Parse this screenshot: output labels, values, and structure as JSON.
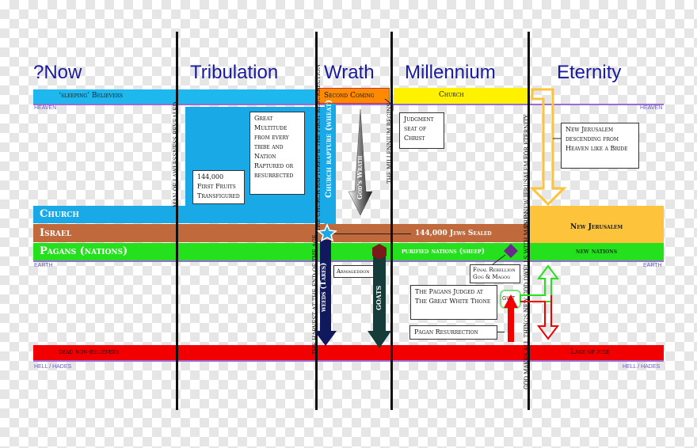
{
  "headers": {
    "now": "?Now",
    "tribulation": "Tribulation",
    "wrath": "Wrath",
    "millennium": "Millennium",
    "eternity": "Eternity"
  },
  "bands": {
    "sleeping_believers": "‘sleeping’ Believers",
    "second_coming": "Second Coming",
    "church_top": "Church",
    "church": "Church",
    "israel": "Israel",
    "jews_sealed": "144,000 Jews Sealed",
    "new_jerusalem": "New Jerusalem",
    "pagans": "Pagans (nations)",
    "purified_nations": "purified nations (sheep)",
    "new_nations": "new nations",
    "dead_non_believers": "dead non-believers",
    "lake_of_fire": "Lake of fire"
  },
  "realm_labels": {
    "heaven_left": "HEAVEN",
    "heaven_right": "HEAVEN",
    "earth_left": "EARTH",
    "earth_right": "EARTH",
    "hell_left": "HELL / HADES",
    "hell_right": "HELL / HADES"
  },
  "boxes": {
    "great_multitude": "Great Multitude from every tribe and Nation Raptured or resurrected",
    "first_fruits": "144,000 First Fruits Transfigured",
    "judgment_seat": "Judgment seat of Christ",
    "new_jerusalem_desc": "New Jerusalem descending from Heaven like a Bride",
    "armageddon": "Armageddon",
    "final_rebellion": "Final Rebellion Gog & Magog",
    "pagans_judged": "The Pagans Judged at The Great White Thone",
    "pagan_resurrection": "Pagan Resurrection",
    "gwt": "GWT"
  },
  "vertical_labels": {
    "lawlessness": "MAN OF LAWLESSNESS REVEALED",
    "first_resurrection": "THE CHURCH RAPTURED & THE FIRST RESURRECTION",
    "church_rapture": "Church rapture (wheat)",
    "harvest": "THE HARVEST AT THE END OF THE AGE",
    "weeds": "weeds (Tares)",
    "gods_wrath": "God's Wrath",
    "millennium_begins": "THE MILLENNIUM BEGINS",
    "goats": "GOATS",
    "eternity_begins": "THE NEW JERUSALEM FOR ETERNITY",
    "god_makes_new": "GOD MAKES ALL THINGS NEW GOD DWELLS WITH MAN IN"
  },
  "colors": {
    "sky": "#1eb7ee",
    "yellow": "#fff200",
    "church_blue": "#18a9e6",
    "israel_brown": "#c0693c",
    "pagans_green": "#25e01d",
    "dead_red": "#f20000",
    "gold": "#fcc33b",
    "navy": "#10185e",
    "dark_teal": "#163c3a",
    "burgundy": "#7a1a1a",
    "purple": "#6a2a8a"
  }
}
